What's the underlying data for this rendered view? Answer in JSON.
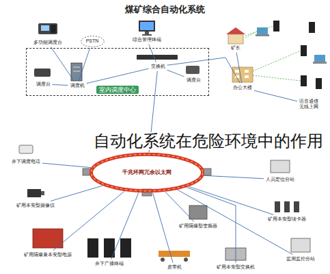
{
  "diagram": {
    "title": "煤矿综合自动化系统",
    "nodes": [
      {
        "text": [
          "多功能调度台"
        ]
      },
      {
        "text": [
          "PSTN"
        ]
      },
      {
        "text": [
          "综合管理终端"
        ]
      },
      {
        "text": [
          "矿长"
        ]
      },
      {
        "text": [
          "室内调度中心"
        ]
      },
      {
        "text": [
          "调度台"
        ],
        "in": 4
      },
      {
        "text": [
          "调度机"
        ],
        "in": 4
      },
      {
        "text": [
          "交换机"
        ],
        "in": 4
      },
      {
        "text": [
          "调度台"
        ],
        "in": 4
      },
      {
        "text": [
          "办公大楼"
        ]
      },
      {
        "text": [
          "语音通信",
          "无线上网"
        ]
      },
      {
        "text": [
          "千兆环网冗余以太网"
        ]
      },
      {
        "text": [
          "井下调度电话"
        ]
      },
      {
        "text": [
          "人员定位分站"
        ]
      },
      {
        "text": [
          "矿用本安型摄像仪"
        ]
      },
      {
        "text": [
          "矿用本安型读卡器"
        ]
      },
      {
        "text": [
          "矿用隔爆型变频器"
        ]
      },
      {
        "text": [
          "矿用隔爆兼本安型电源"
        ]
      },
      {
        "text": [
          "井下广播终端"
        ]
      },
      {
        "text": [
          "皮带机"
        ]
      },
      {
        "text": [
          "矿用本安型交换机"
        ]
      },
      {
        "text": [
          "监测监控分站"
        ]
      }
    ],
    "edges": [
      {
        "from": 0,
        "to": 6,
        "arrow": "none"
      },
      {
        "from": 1,
        "to": 6,
        "arrow": "none"
      },
      {
        "from": 5,
        "to": 6,
        "arrow": "none"
      },
      {
        "from": 2,
        "to": 7,
        "arrow": "none"
      },
      {
        "from": 6,
        "to": 7,
        "arrow": "none"
      },
      {
        "from": 7,
        "to": 8,
        "arrow": "none"
      },
      {
        "from": 7,
        "to": 9,
        "arrow": "none"
      },
      {
        "from": 3,
        "to": 9,
        "arrow": "none"
      },
      {
        "from": 9,
        "to": 10,
        "arrow": "none"
      },
      {
        "from": 7,
        "to": 11,
        "arrow": "none"
      },
      {
        "from": 11,
        "to": 12,
        "arrow": "none"
      },
      {
        "from": 11,
        "to": 13,
        "arrow": "none"
      },
      {
        "from": 11,
        "to": 14,
        "arrow": "none"
      },
      {
        "from": 11,
        "to": 15,
        "arrow": "none"
      },
      {
        "from": 11,
        "to": 16,
        "arrow": "none"
      },
      {
        "from": 11,
        "to": 17,
        "arrow": "none"
      },
      {
        "from": 11,
        "to": 18,
        "arrow": "none"
      },
      {
        "from": 11,
        "to": 19,
        "arrow": "none"
      },
      {
        "from": 11,
        "to": 20,
        "arrow": "none"
      },
      {
        "from": 11,
        "to": 21,
        "arrow": "none"
      }
    ],
    "labels": [
      "自动化系统在危险环境中的作用"
    ]
  }
}
